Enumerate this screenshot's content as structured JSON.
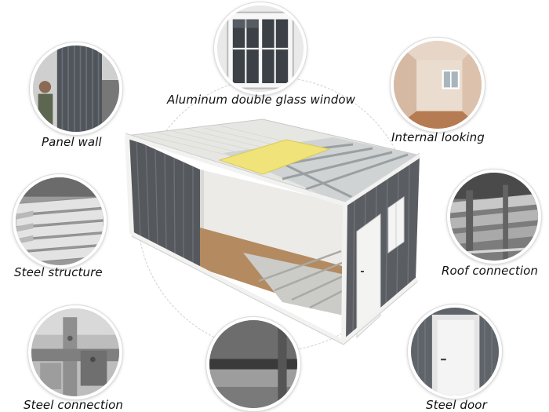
{
  "labels": {
    "window": "Aluminum double glass window",
    "panel_wall": "Panel wall",
    "internal": "Internal looking",
    "steel_structure": "Steel structure",
    "roof_connection": "Roof connection",
    "steel_connection": "Steel connection",
    "steel_door": "Steel door"
  },
  "colors": {
    "panel_dark": "#55595e",
    "frame_white": "#f2f2f0",
    "insulation_yellow": "#f0e37a",
    "floor_brown": "#b48a60"
  }
}
